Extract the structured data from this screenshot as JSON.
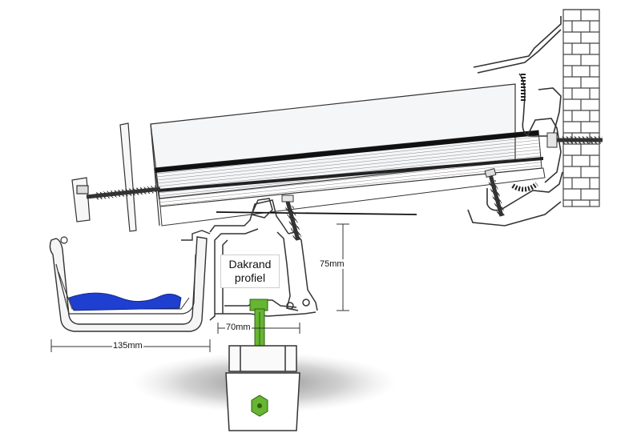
{
  "diagram": {
    "label_line1": "Dakrand",
    "label_line2": "profiel",
    "dimensions": {
      "height": "75mm",
      "width": "70mm",
      "gutter_width": "135mm"
    },
    "colors": {
      "line": "#333333",
      "panel_fill": "#f4f5f7",
      "hatch": "#555555",
      "water": "#1f3fd0",
      "bolt_green": "#66b533",
      "brick_line": "#444444"
    }
  }
}
